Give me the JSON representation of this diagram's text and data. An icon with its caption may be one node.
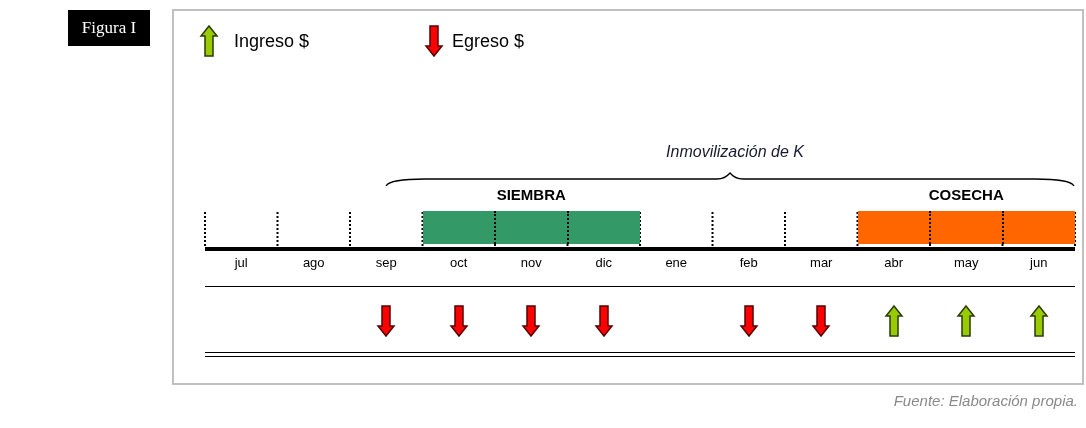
{
  "diagram": {
    "title": "Figura I",
    "caption": "Fuente: Elaboración propia.",
    "nodes": [
      {
        "text": [
          "SIEMBRA"
        ]
      },
      {
        "text": [
          "COSECHA"
        ]
      }
    ],
    "labels": [
      "Inmovilización de K",
      "jul",
      "ago",
      "sep",
      "oct",
      "nov",
      "dic",
      "ene",
      "feb",
      "mar",
      "abr",
      "may",
      "jun"
    ],
    "legend": [
      {
        "text": "Ingreso $"
      },
      {
        "text": "Egreso $"
      }
    ]
  }
}
